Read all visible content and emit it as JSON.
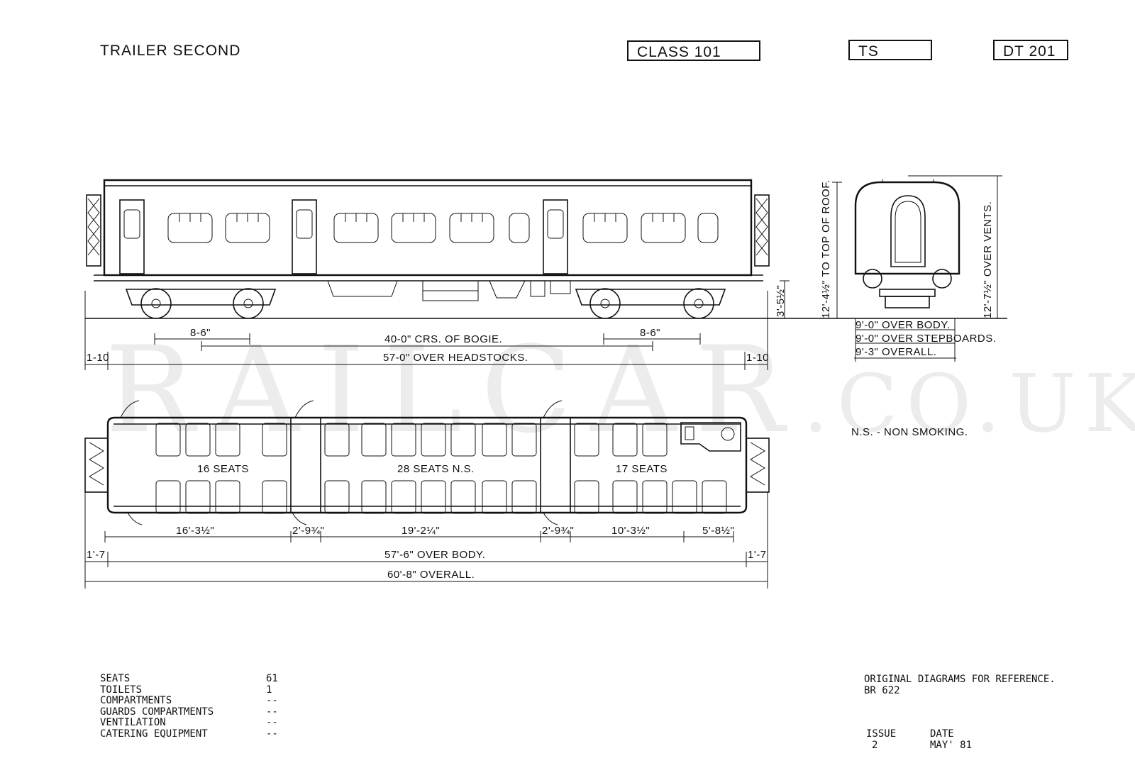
{
  "header": {
    "title": "TRAILER SECOND",
    "class_label": "CLASS 101",
    "type_code": "TS",
    "diagram_number": "DT 201"
  },
  "watermark": {
    "main": "RAILCAR",
    "suffix": ".CO.UK"
  },
  "side_view": {
    "dim_bogie_left": "8-6\"",
    "dim_bogie_right": "8-6\"",
    "dim_bogie_centres": "40-0\" CRS. OF BOGIE.",
    "dim_headstocks": "57-0\" OVER HEADSTOCKS.",
    "dim_buffer_left": "1-10",
    "dim_buffer_right": "1-10",
    "dim_floor_height": "3'-5½\""
  },
  "end_view": {
    "dim_roof": "12'-4½\" TO TOP OF ROOF.",
    "dim_vents": "12'-7½\" OVER VENTS.",
    "dim_body": "9'-0\" OVER BODY.",
    "dim_stepboards": "9'-0\" OVER STEPBOARDS.",
    "dim_overall": "9'-3\" OVERALL."
  },
  "plan_view": {
    "seats_left": "16 SEATS",
    "seats_centre": "28 SEATS N.S.",
    "seats_right": "17 SEATS",
    "dim_1": "16'-3½\"",
    "dim_2": "2'-9¾\"",
    "dim_3": "19'-2¼\"",
    "dim_4": "2'-9¾\"",
    "dim_5": "10'-3½\"",
    "dim_6": "5'-8½\"",
    "dim_end_left": "1'-7",
    "dim_end_right": "1'-7",
    "dim_body": "57'-6\" OVER BODY.",
    "dim_overall": "60'-8\" OVERALL."
  },
  "legend": {
    "ns": "N.S. - NON SMOKING."
  },
  "stats": [
    {
      "label": "SEATS",
      "value": "61"
    },
    {
      "label": "TOILETS",
      "value": "1"
    },
    {
      "label": "COMPARTMENTS",
      "value": "--"
    },
    {
      "label": "GUARDS COMPARTMENTS",
      "value": "--"
    },
    {
      "label": "VENTILATION",
      "value": "--"
    },
    {
      "label": "CATERING EQUIPMENT",
      "value": "--"
    }
  ],
  "reference": {
    "line1": "ORIGINAL DIAGRAMS FOR REFERENCE.",
    "line2": "BR 622"
  },
  "issue": {
    "issue_label": "ISSUE",
    "issue_value": "2",
    "date_label": "DATE",
    "date_value": "MAY' 81"
  }
}
